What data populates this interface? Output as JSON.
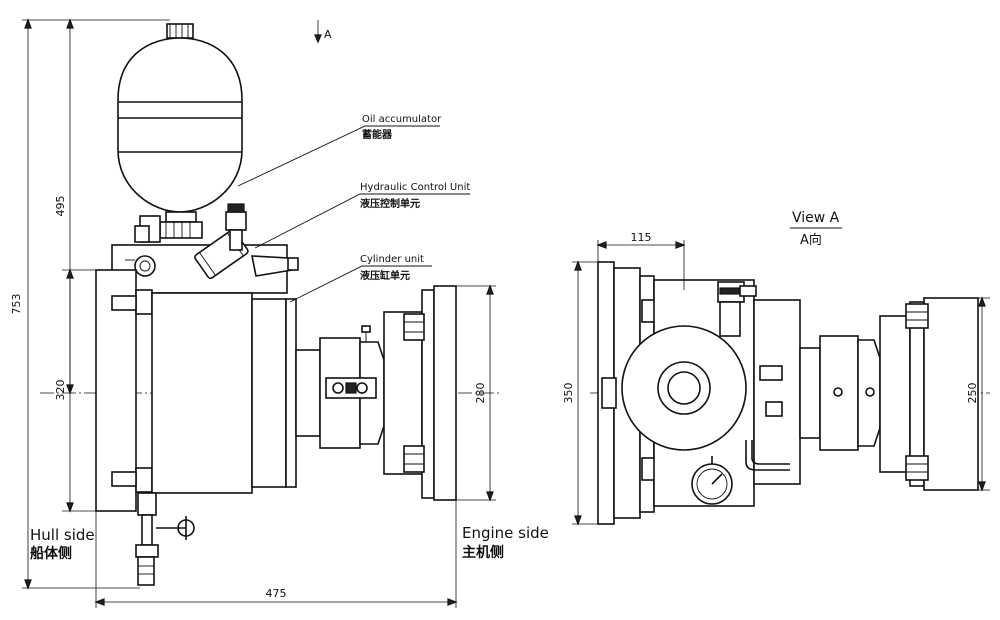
{
  "view_marker": {
    "arrow_label": "A"
  },
  "callouts": {
    "oil_accumulator": {
      "en": "Oil accumulator",
      "cn": "蓄能器"
    },
    "hydraulic_control_unit": {
      "en": "Hydraulic Control Unit",
      "cn": "液压控制单元"
    },
    "cylinder_unit": {
      "en": "Cylinder unit",
      "cn": "液压缸单元"
    }
  },
  "sides": {
    "hull": {
      "en": "Hull side",
      "cn": "船体侧"
    },
    "engine": {
      "en": "Engine side",
      "cn": "主机侧"
    }
  },
  "view_a": {
    "title": "View A",
    "title_cn": "A向"
  },
  "dimensions": {
    "total_height": "753",
    "accumulator_height": "495",
    "left_flange_height": "320",
    "right_flange_height": "280",
    "overall_length": "475",
    "offset_115": "115",
    "view_a_height": "350",
    "view_a_flange": "250"
  }
}
